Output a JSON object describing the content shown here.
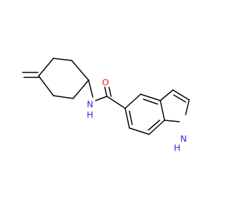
{
  "molecule": {
    "atoms": {
      "oxygen": {
        "symbol": "O",
        "color": "#ff0d0d"
      },
      "amide_nitrogen": {
        "symbol": "N",
        "color": "#2b2bdf"
      },
      "amide_hydrogen": {
        "symbol": "H",
        "color": "#2b2bdf"
      },
      "indole_nitrogen": {
        "symbol": "N",
        "color": "#2b2bdf"
      },
      "indole_hydrogen": {
        "symbol": "H",
        "color": "#2b2bdf"
      }
    },
    "bond_color": "#000000"
  }
}
